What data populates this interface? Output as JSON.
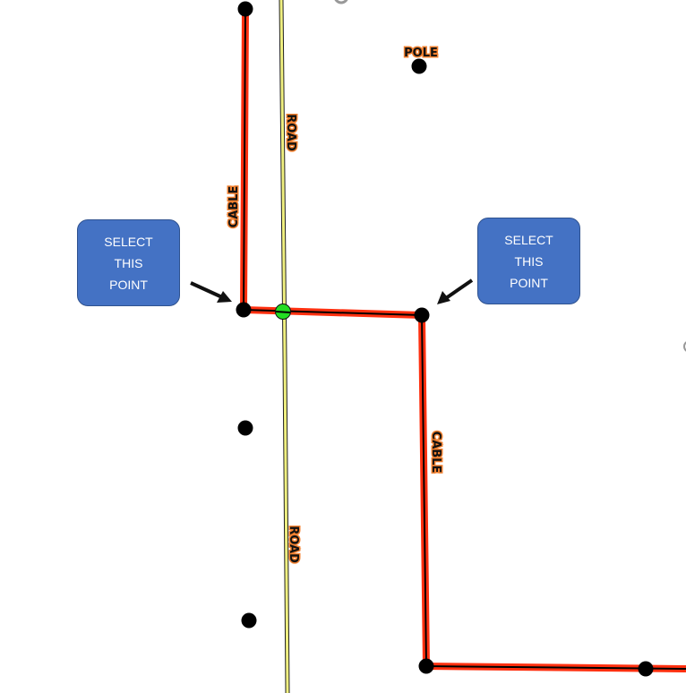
{
  "labels": {
    "pole": "POLE",
    "road_top": "ROAD",
    "road_bottom": "ROAD",
    "cable_left": "CABLE",
    "cable_right": "CABLE"
  },
  "callouts": {
    "left": {
      "line1": "SELECT",
      "line2": "THIS",
      "line3": "POINT"
    },
    "right": {
      "line1": "SELECT",
      "line2": "THIS",
      "line3": "POINT"
    }
  },
  "colors": {
    "cable_halo": "#ff3010",
    "road": "#f0f080",
    "point": "#000000",
    "selected_point": "#22dd22",
    "callout": "#4472c4"
  }
}
